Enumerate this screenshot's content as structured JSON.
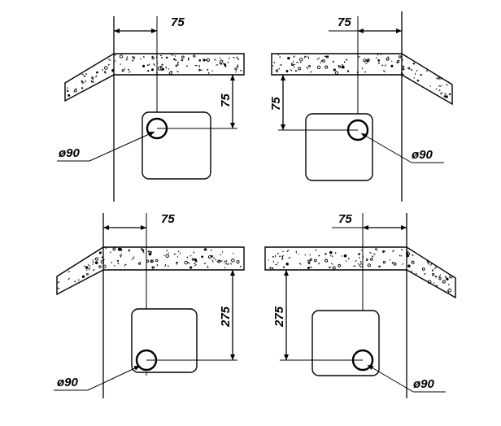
{
  "diagram": {
    "panels": [
      {
        "id": "top-left",
        "horizontal_label": "75",
        "vertical_label": "75",
        "diameter_label": "ø90"
      },
      {
        "id": "top-right",
        "horizontal_label": "75",
        "vertical_label": "75",
        "diameter_label": "ø90"
      },
      {
        "id": "bottom-left",
        "horizontal_label": "75",
        "vertical_label": "275",
        "diameter_label": "ø90"
      },
      {
        "id": "bottom-right",
        "horizontal_label": "75",
        "vertical_label": "275",
        "diameter_label": "ø90"
      }
    ]
  }
}
